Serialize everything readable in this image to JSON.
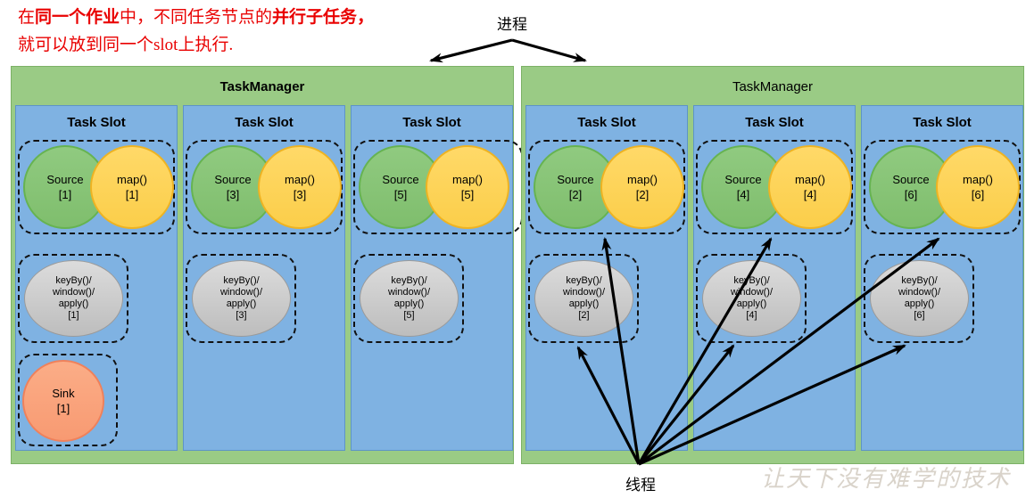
{
  "annotation": {
    "line1_p1": "在",
    "line1_b1": "同一个作业",
    "line1_p2": "中，不同任务节点的",
    "line1_b2": "并行子任务",
    "line1_p3": "，",
    "line2": "就可以放到同一个slot上执行."
  },
  "process_label": "进程",
  "thread_label": "线程",
  "watermark": "让天下没有难学的技术",
  "task_managers": [
    {
      "title": "TaskManager",
      "slots": [
        {
          "title": "Task Slot",
          "source_label": "Source",
          "source_index": "[1]",
          "map_label": "map()",
          "map_index": "[1]",
          "keyby_l1": "keyBy()/",
          "keyby_l2": "window()/",
          "keyby_l3": "apply()",
          "keyby_index": "[1]",
          "sink_label": "Sink",
          "sink_index": "[1]"
        },
        {
          "title": "Task Slot",
          "source_label": "Source",
          "source_index": "[3]",
          "map_label": "map()",
          "map_index": "[3]",
          "keyby_l1": "keyBy()/",
          "keyby_l2": "window()/",
          "keyby_l3": "apply()",
          "keyby_index": "[3]"
        },
        {
          "title": "Task Slot",
          "source_label": "Source",
          "source_index": "[5]",
          "map_label": "map()",
          "map_index": "[5]",
          "keyby_l1": "keyBy()/",
          "keyby_l2": "window()/",
          "keyby_l3": "apply()",
          "keyby_index": "[5]"
        }
      ]
    },
    {
      "title": "TaskManager",
      "slots": [
        {
          "title": "Task Slot",
          "source_label": "Source",
          "source_index": "[2]",
          "map_label": "map()",
          "map_index": "[2]",
          "keyby_l1": "keyBy()/",
          "keyby_l2": "window()/",
          "keyby_l3": "apply()",
          "keyby_index": "[2]"
        },
        {
          "title": "Task Slot",
          "source_label": "Source",
          "source_index": "[4]",
          "map_label": "map()",
          "map_index": "[4]",
          "keyby_l1": "keyBy()/",
          "keyby_l2": "window()/",
          "keyby_l3": "apply()",
          "keyby_index": "[4]"
        },
        {
          "title": "Task Slot",
          "source_label": "Source",
          "source_index": "[6]",
          "map_label": "map()",
          "map_index": "[6]",
          "keyby_l1": "keyBy()/",
          "keyby_l2": "window()/",
          "keyby_l3": "apply()",
          "keyby_index": "[6]"
        }
      ]
    }
  ],
  "colors": {
    "tm_green": "#9acb85",
    "slot_blue": "#7fb2e2",
    "source_green": "#90ca80",
    "map_yellow": "#fbce4a",
    "keyby_gray": "#c9c9c9",
    "sink_salmon": "#f89a72",
    "annotation_red": "#e90000",
    "arrow_black": "#000000"
  }
}
